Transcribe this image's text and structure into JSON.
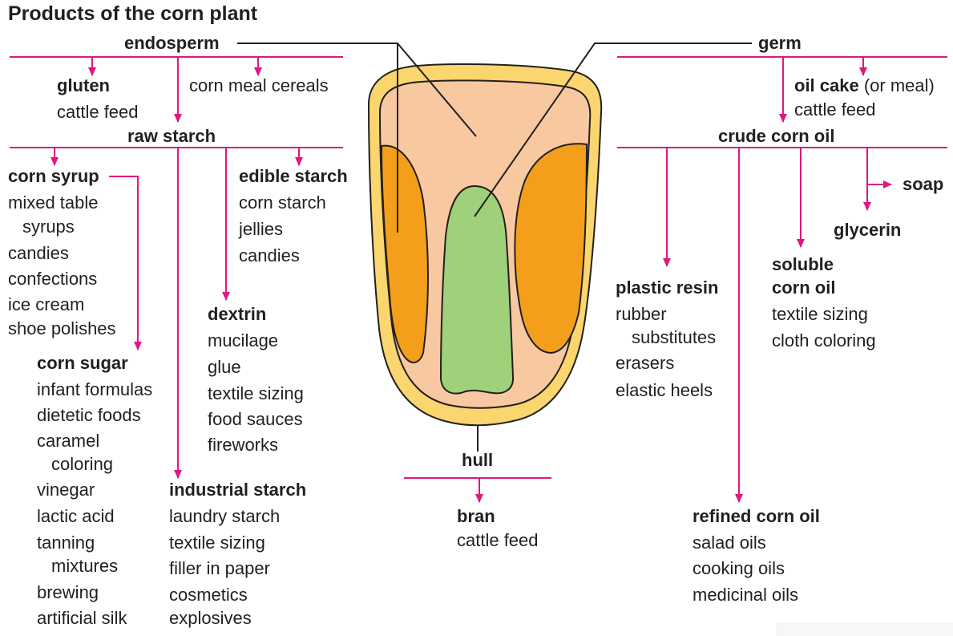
{
  "title": "Products of the corn plant",
  "colors": {
    "arrow": "#e0177f",
    "hull": "#fbd56e",
    "endosperm": "#f8c8a0",
    "horny_endosperm": "#f49f1c",
    "germ": "#9fd07a",
    "outline": "#231f20"
  },
  "parts": {
    "endosperm": "endosperm",
    "germ": "germ",
    "hull": "hull"
  },
  "endosperm_products": {
    "gluten": {
      "name": "gluten",
      "uses": [
        "cattle feed"
      ]
    },
    "corn_meal": "corn meal cereals",
    "raw_starch": "raw starch"
  },
  "starch_products": {
    "corn_syrup": {
      "name": "corn syrup",
      "uses": [
        "mixed table",
        "syrups",
        "candies",
        "confections",
        "ice cream",
        "shoe polishes"
      ]
    },
    "corn_sugar": {
      "name": "corn sugar",
      "uses": [
        "infant formulas",
        "dietetic foods",
        "caramel",
        "coloring",
        "vinegar",
        "lactic acid",
        "tanning",
        "mixtures",
        "brewing",
        "artificial silk"
      ]
    },
    "edible_starch": {
      "name": "edible starch",
      "uses": [
        "corn starch",
        "jellies",
        "candies"
      ]
    },
    "dextrin": {
      "name": "dextrin",
      "uses": [
        "mucilage",
        "glue",
        "textile sizing",
        "food sauces",
        "fireworks"
      ]
    },
    "industrial_starch": {
      "name": "industrial starch",
      "uses": [
        "laundry starch",
        "textile sizing",
        "filler in paper",
        "cosmetics",
        "explosives"
      ]
    }
  },
  "germ_products": {
    "oil_cake": {
      "name": "oil cake",
      "suffix": " (or meal)",
      "uses": [
        "cattle feed"
      ]
    },
    "crude_oil": "crude corn oil"
  },
  "oil_products": {
    "soap": "soap",
    "glycerin": "glycerin",
    "soluble_oil": {
      "name_line1": "soluble",
      "name_line2": "corn oil",
      "uses": [
        "textile sizing",
        "cloth coloring"
      ]
    },
    "plastic_resin": {
      "name": "plastic resin",
      "uses": [
        "rubber",
        "substitutes",
        "erasers",
        "elastic heels"
      ]
    },
    "refined_oil": {
      "name": "refined corn oil",
      "uses": [
        "salad oils",
        "cooking oils",
        "medicinal oils"
      ]
    }
  },
  "hull_products": {
    "bran": {
      "name": "bran",
      "uses": [
        "cattle feed"
      ]
    }
  }
}
